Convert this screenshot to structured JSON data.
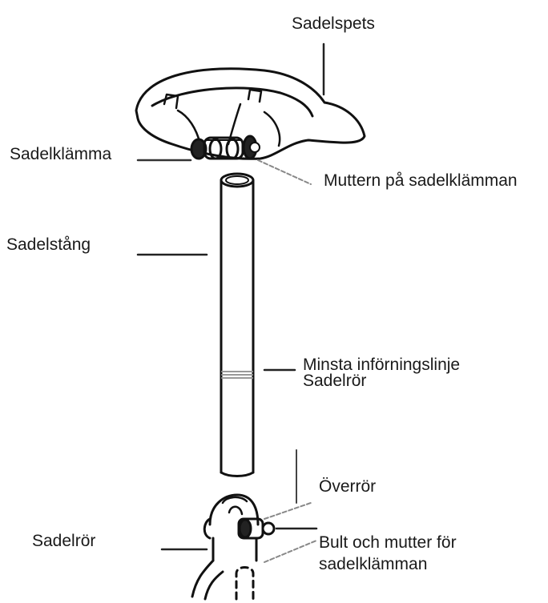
{
  "labels": {
    "saddle_nose": "Sadelspets",
    "saddle_clamp": "Sadelklämma",
    "clamp_nut": "Muttern på sadelklämman",
    "seat_post": "Sadelstång",
    "min_insertion_line1": "Minsta införningslinje",
    "min_insertion_line2": "Sadelrör",
    "top_tube": "Överrör",
    "seat_tube": "Sadelrör",
    "bolt_line1": "Bult och mutter för",
    "bolt_line2": "sadelklämman"
  }
}
